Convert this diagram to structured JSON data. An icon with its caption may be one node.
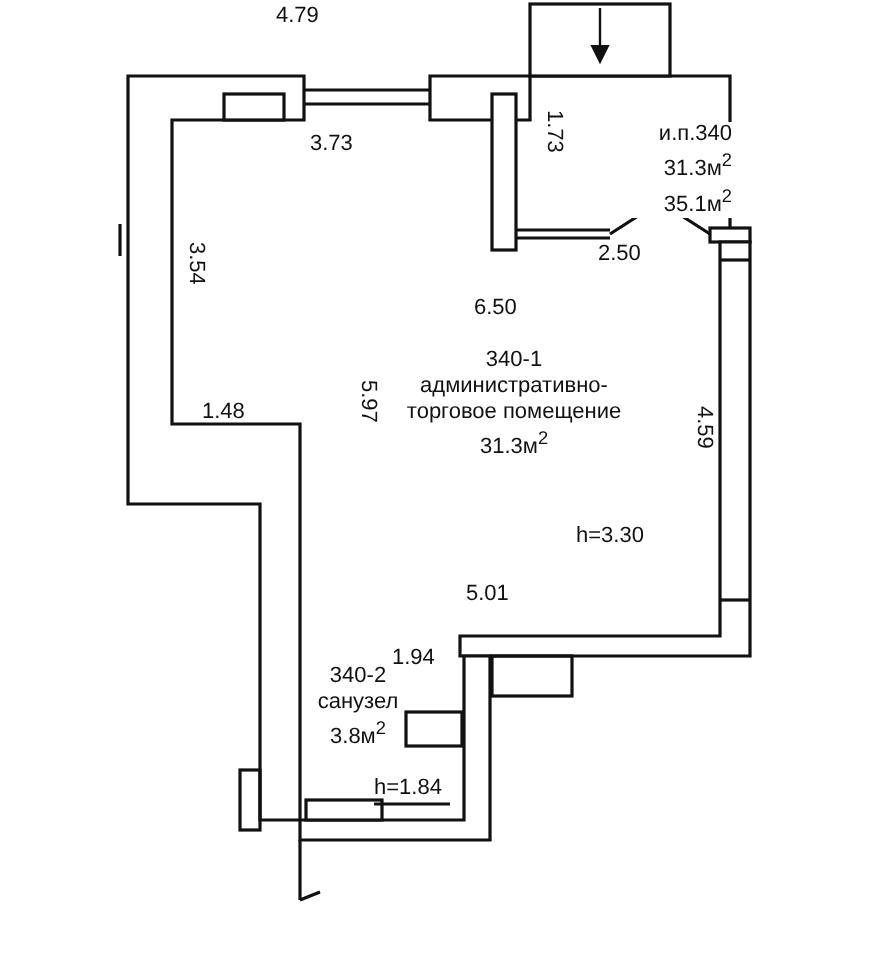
{
  "diagram": {
    "nodes": [
      {
        "text": [
          "340-1",
          "административно-торговое помещение",
          "31.3м$^{2}$"
        ]
      },
      {
        "text": [
          "и.п.340",
          "31.3м$^{2}$",
          "35.1м$^{2}$"
        ]
      },
      {
        "text": [
          "340-2",
          "санузел",
          "3.8м$^{2}$"
        ]
      }
    ],
    "labels": [
      "4.79",
      "3.73",
      "1.73",
      "2.50",
      "3.54",
      "6.50",
      "5.97",
      "1.48",
      "4.59",
      "h=3.30",
      "5.01",
      "1.94",
      "h=1.84"
    ]
  }
}
